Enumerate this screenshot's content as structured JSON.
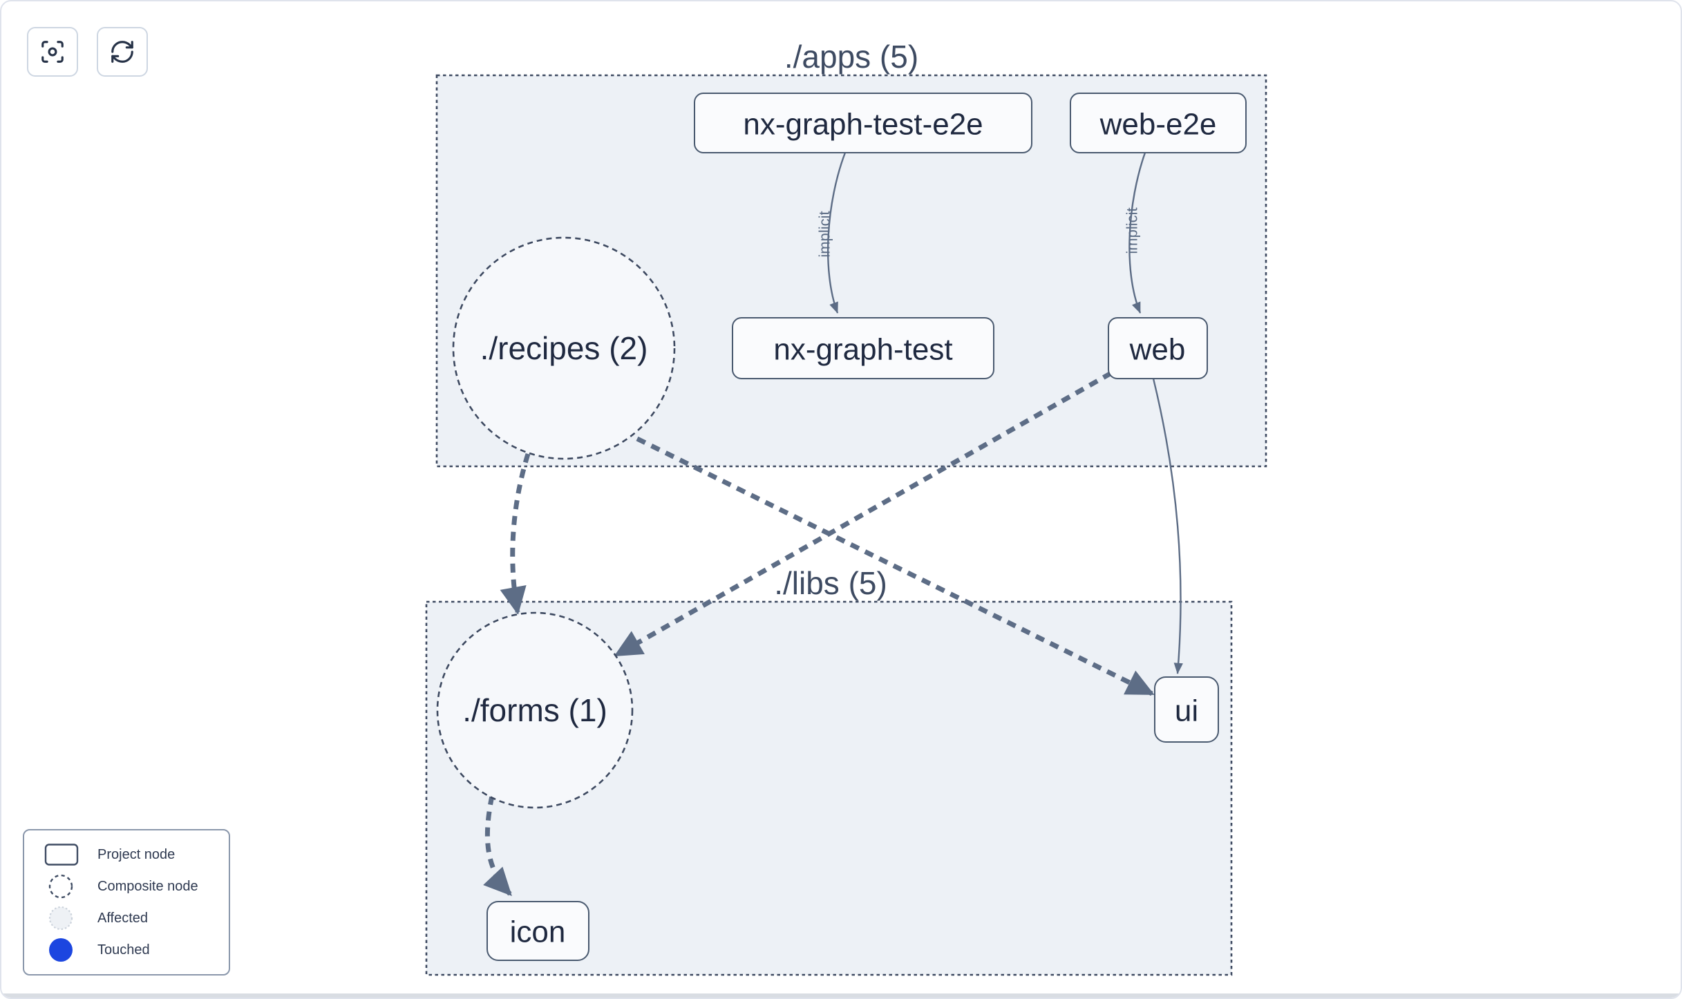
{
  "toolbar": {
    "buttons": [
      {
        "icon": "focus-icon",
        "action": "center-graph"
      },
      {
        "icon": "sync-icon",
        "action": "refresh-graph"
      }
    ]
  },
  "graph": {
    "clusters": [
      {
        "id": "apps",
        "label": "./apps (5)"
      },
      {
        "id": "libs",
        "label": "./libs (5)"
      }
    ],
    "composite_nodes": [
      {
        "id": "recipes",
        "label": "./recipes (2)"
      },
      {
        "id": "forms",
        "label": "./forms (1)"
      }
    ],
    "project_nodes": [
      {
        "id": "nx-graph-test-e2e",
        "label": "nx-graph-test-e2e"
      },
      {
        "id": "web-e2e",
        "label": "web-e2e"
      },
      {
        "id": "nx-graph-test",
        "label": "nx-graph-test"
      },
      {
        "id": "web",
        "label": "web"
      },
      {
        "id": "ui",
        "label": "ui"
      },
      {
        "id": "icon",
        "label": "icon"
      }
    ],
    "edges": [
      {
        "from": "nx-graph-test-e2e",
        "to": "nx-graph-test",
        "type": "implicit",
        "label": "implicit"
      },
      {
        "from": "web-e2e",
        "to": "web",
        "type": "implicit",
        "label": "implicit"
      },
      {
        "from": "web",
        "to": "./forms (1)",
        "type": "aggregated",
        "label": ""
      },
      {
        "from": "./recipes (2)",
        "to": "ui",
        "type": "aggregated",
        "label": ""
      },
      {
        "from": "./recipes (2)",
        "to": "./forms (1)",
        "type": "aggregated",
        "label": ""
      },
      {
        "from": "./forms (1)",
        "to": "icon",
        "type": "aggregated",
        "label": ""
      },
      {
        "from": "web",
        "to": "ui",
        "type": "direct",
        "label": ""
      }
    ]
  },
  "legend": {
    "items": [
      {
        "icon": "project-node-icon",
        "label": "Project node"
      },
      {
        "icon": "composite-node-icon",
        "label": "Composite node"
      },
      {
        "icon": "affected-icon",
        "label": "Affected"
      },
      {
        "icon": "touched-icon",
        "label": "Touched"
      }
    ]
  },
  "colors": {
    "touched": "#1c46e0",
    "affected_fill": "#eef1f5",
    "cluster_fill": "#edf1f6",
    "cluster_border": "#3d4960",
    "node_fill": "#fafbfd",
    "node_border": "#49596f",
    "edge": "#5c6c85",
    "node_text": "#1f2940",
    "title_text": "#3e4b62"
  }
}
